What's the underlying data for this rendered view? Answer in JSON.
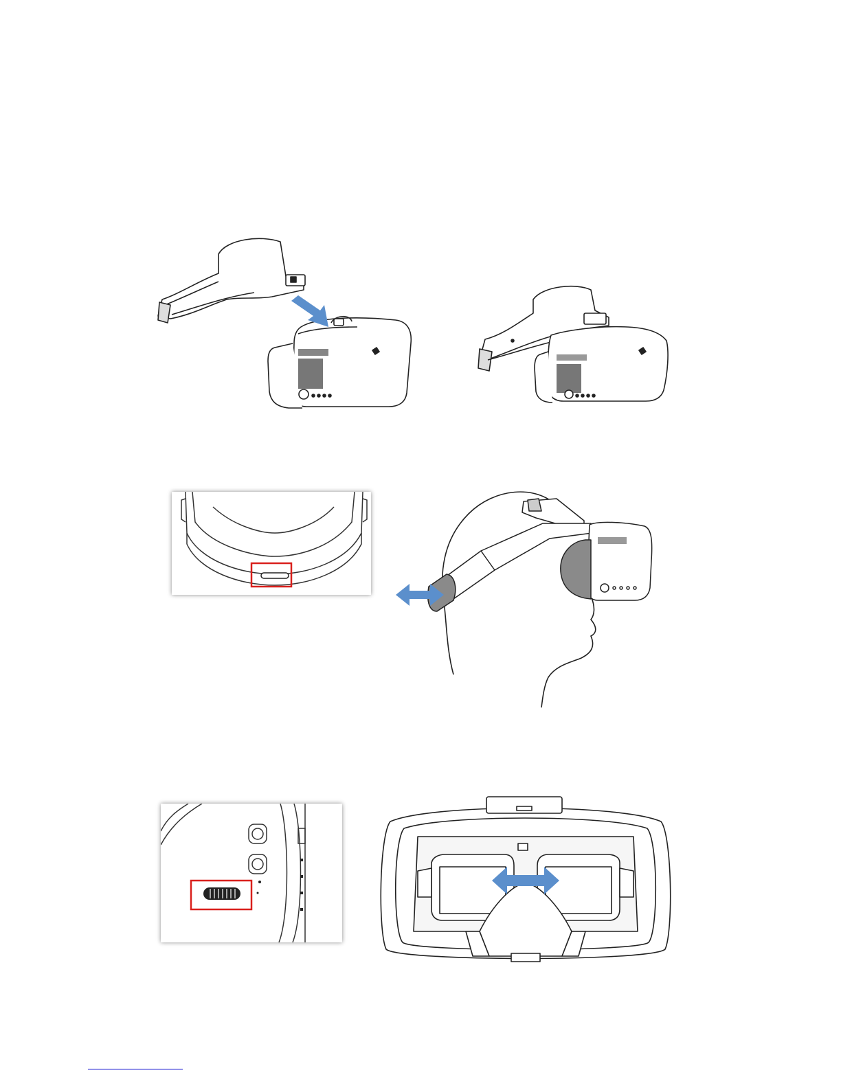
{
  "colors": {
    "arrow_blue": "#5b8fcc",
    "highlight_red": "#d9201c",
    "line": "#222222",
    "pad_gray": "#8a8a8a"
  },
  "figures": {
    "attach_headband": {
      "icon": "goggles-attach-headband-illustration"
    },
    "attached": {
      "icon": "goggles-headband-attached-illustration"
    },
    "headband_inset": {
      "icon": "headband-adjust-button-closeup"
    },
    "wearing": {
      "icon": "person-wearing-goggles-illustration"
    },
    "ipd_inset": {
      "icon": "ipd-dial-closeup"
    },
    "ipd_front": {
      "icon": "goggles-rear-lens-view-illustration"
    }
  }
}
